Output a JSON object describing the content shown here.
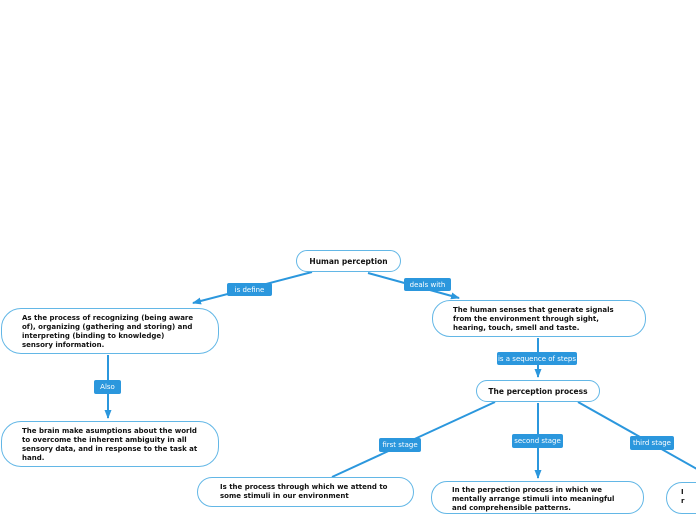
{
  "theme": {
    "line_color": "#2b97dd",
    "label_bg": "#2b97dd",
    "label_text": "#ffffff",
    "node_border": "#63b7e6",
    "node_bg": "#ffffff",
    "node_text": "#111111",
    "canvas_bg": "#ffffff"
  },
  "nodes": {
    "human_perception": {
      "label": "Human perception"
    },
    "definition": {
      "lines": [
        "As the process of recognizing (being aware",
        "of), organizing (gathering and storing) and",
        "interpreting (binding to knowledge)",
        "sensory information."
      ]
    },
    "brain": {
      "lines": [
        "The brain make asumptions about the world",
        "to overcome the inherent ambiguity in all",
        "sensory data, and in response to the task at",
        "hand."
      ]
    },
    "senses": {
      "lines": [
        "The human senses that generate signals",
        "from the environment through sight,",
        "hearing, touch, smell and taste."
      ]
    },
    "perception_process": {
      "label": "The perception process"
    },
    "first_stage_node": {
      "lines": [
        "Is the process through which we attend to",
        "some stimuli in our environment"
      ]
    },
    "second_stage_node": {
      "lines": [
        "In the perpection process in which we",
        "mentally arrange stimuli into meaningful",
        "and comprehensible patterns."
      ]
    },
    "third_stage_node": {
      "lines": [
        "I",
        "r"
      ]
    }
  },
  "edge_labels": {
    "is_define": "is define",
    "deals_with": "deals with",
    "also": "Also",
    "sequence": "is a sequence of steps",
    "first_stage": "first stage",
    "second_stage": "second stage",
    "third_stage": "third stage"
  }
}
